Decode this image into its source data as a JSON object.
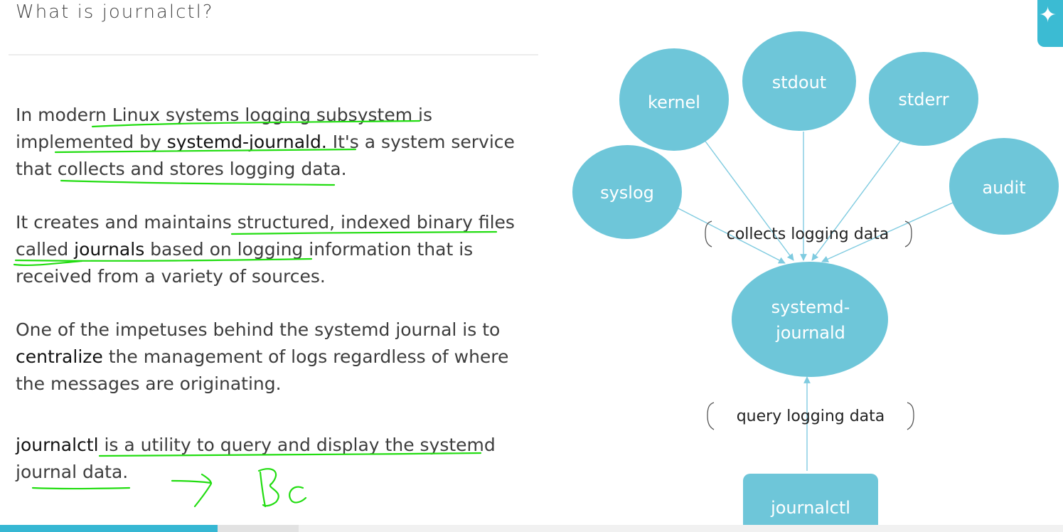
{
  "title": "What is journalctl?",
  "paragraphs": {
    "p1": {
      "a": "In modern Linux systems logging subsystem is implemented by ",
      "b": "systemd-journald.",
      "c": " It's a system service that collects and stores logging data."
    },
    "p2": {
      "a": "It creates and maintains structured, indexed binary files called ",
      "b": "journals",
      "c": " based on logging information that is received from a variety of sources."
    },
    "p3": {
      "a": "One of the impetuses behind the systemd journal is to ",
      "b": "centralize",
      "c": " the management of logs regardless of where the messages are originating."
    },
    "p4": {
      "a": "journalctl",
      "b": " is a utility to query and display the systemd journal data."
    }
  },
  "handwritten_note": "Bc",
  "diagram": {
    "sources": [
      "kernel",
      "stdout",
      "stderr",
      "syslog",
      "audit"
    ],
    "collect_label": "collects logging data",
    "journald_line1": "systemd-",
    "journald_line2": "journald",
    "query_label": "query logging data",
    "client": "journalctl"
  },
  "colors": {
    "node": "#6ec6d9",
    "arrow": "#7fcbe0",
    "ink": "#22dd11",
    "accent": "#36b7d3"
  },
  "video_progress_percent": 20.5
}
